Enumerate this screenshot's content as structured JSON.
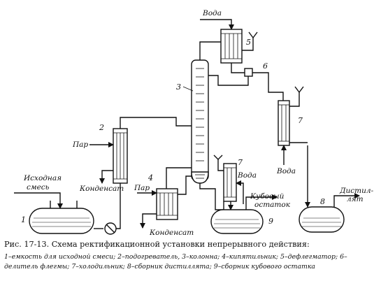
{
  "diagram": {
    "labels": {
      "voda_top": "Вода",
      "par_left": "Пар",
      "ishodnaya_line1": "Исходная",
      "ishodnaya_line2": "смесь",
      "kondensat_1": "Конденсат",
      "par_reboiler": "Пар",
      "kondensat_2": "Конденсат",
      "voda_cooler7": "Вода",
      "voda_bottom": "Вода",
      "kuboviy_line1": "Кубовый",
      "kuboviy_line2": "остаток",
      "distillyat_line1": "Дистил-",
      "distillyat_line2": "лят"
    },
    "numbers": {
      "n1": "1",
      "n2": "2",
      "n3": "3",
      "n4": "4",
      "n5": "5",
      "n6": "6",
      "n7a": "7",
      "n7b": "7",
      "n8": "8",
      "n9": "9"
    }
  },
  "caption": {
    "title": "Рис. 17-13. Схема ректификационной установки непрерывного действия:",
    "legend": "1–емкость для исходной смеси; 2–подогреватель, 3–колонна; 4–кипятильник; 5–дефлегматор; 6–делитель флегмы; 7–холодильник; 8–сборник дистиллята; 9–сборник кубового остатка"
  }
}
